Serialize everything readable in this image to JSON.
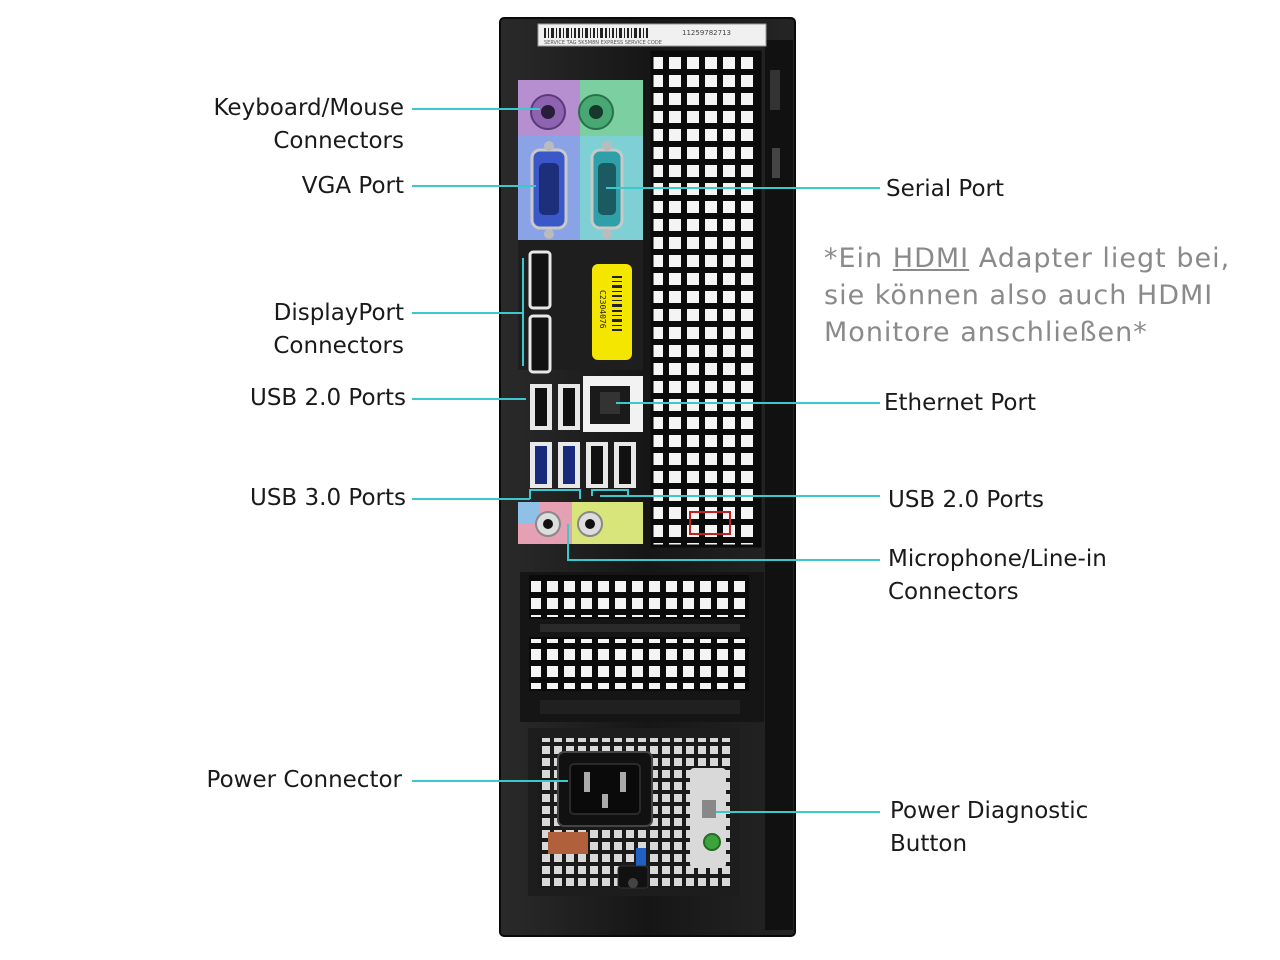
{
  "labels": {
    "keyboard_mouse": [
      "Keyboard/Mouse",
      "Connectors"
    ],
    "vga": "VGA Port",
    "displayport": [
      "DisplayPort",
      "Connectors"
    ],
    "usb20_left": "USB 2.0 Ports",
    "usb30": "USB 3.0 Ports",
    "power_connector": "Power Connector",
    "serial": "Serial Port",
    "ethernet": "Ethernet Port",
    "usb20_right": "USB 2.0 Ports",
    "microphone": [
      "Microphone/Line-in",
      "Connectors"
    ],
    "power_diag": [
      "Power Diagnostic",
      "Button"
    ]
  },
  "note": {
    "prefix": "*Ein ",
    "underlined": "HDMI",
    "line1_rest": " Adapter liegt bei,",
    "line2": "sie können also auch HDMI",
    "line3": "Monitore anschließen*"
  },
  "service_tag": "SERVICE  TAG 5K5M8N  EXPRESS SERVICE CODE",
  "service_code": "11259782713",
  "barcode_sticker": "C2304076",
  "colors": {
    "leader": "#3cc8cc",
    "chassis": "#1c1c1c",
    "ps2_keyboard": "#b58fd0",
    "ps2_mouse": "#7ccfa0",
    "vga": "#3a58c8",
    "serial": "#2f9fa8",
    "sticker": "#f5e600",
    "audio_pink": "#e6a0b4",
    "audio_green": "#d7e57a",
    "audio_blue": "#8fc0e8"
  }
}
